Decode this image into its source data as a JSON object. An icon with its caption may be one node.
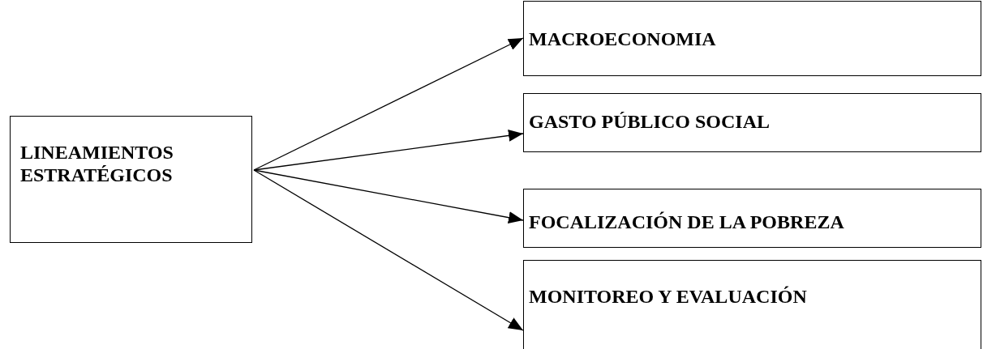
{
  "diagram": {
    "nodes": [
      {
        "text": [
          "LINEAMIENTOS ESTRATÉGICOS"
        ]
      },
      {
        "text": [
          "MACROECONOMIA"
        ]
      },
      {
        "text": [
          "GASTO PÚBLICO SOCIAL"
        ]
      },
      {
        "text": [
          "FOCALIZACIÓN DE LA POBREZA"
        ]
      },
      {
        "text": [
          "MONITOREO Y EVALUACIÓN"
        ]
      }
    ],
    "edges": [
      {
        "from": 0,
        "to": 1,
        "arrow": "to"
      },
      {
        "from": 0,
        "to": 2,
        "arrow": "to"
      },
      {
        "from": 0,
        "to": 3,
        "arrow": "to"
      },
      {
        "from": 0,
        "to": 4,
        "arrow": "to"
      }
    ]
  }
}
